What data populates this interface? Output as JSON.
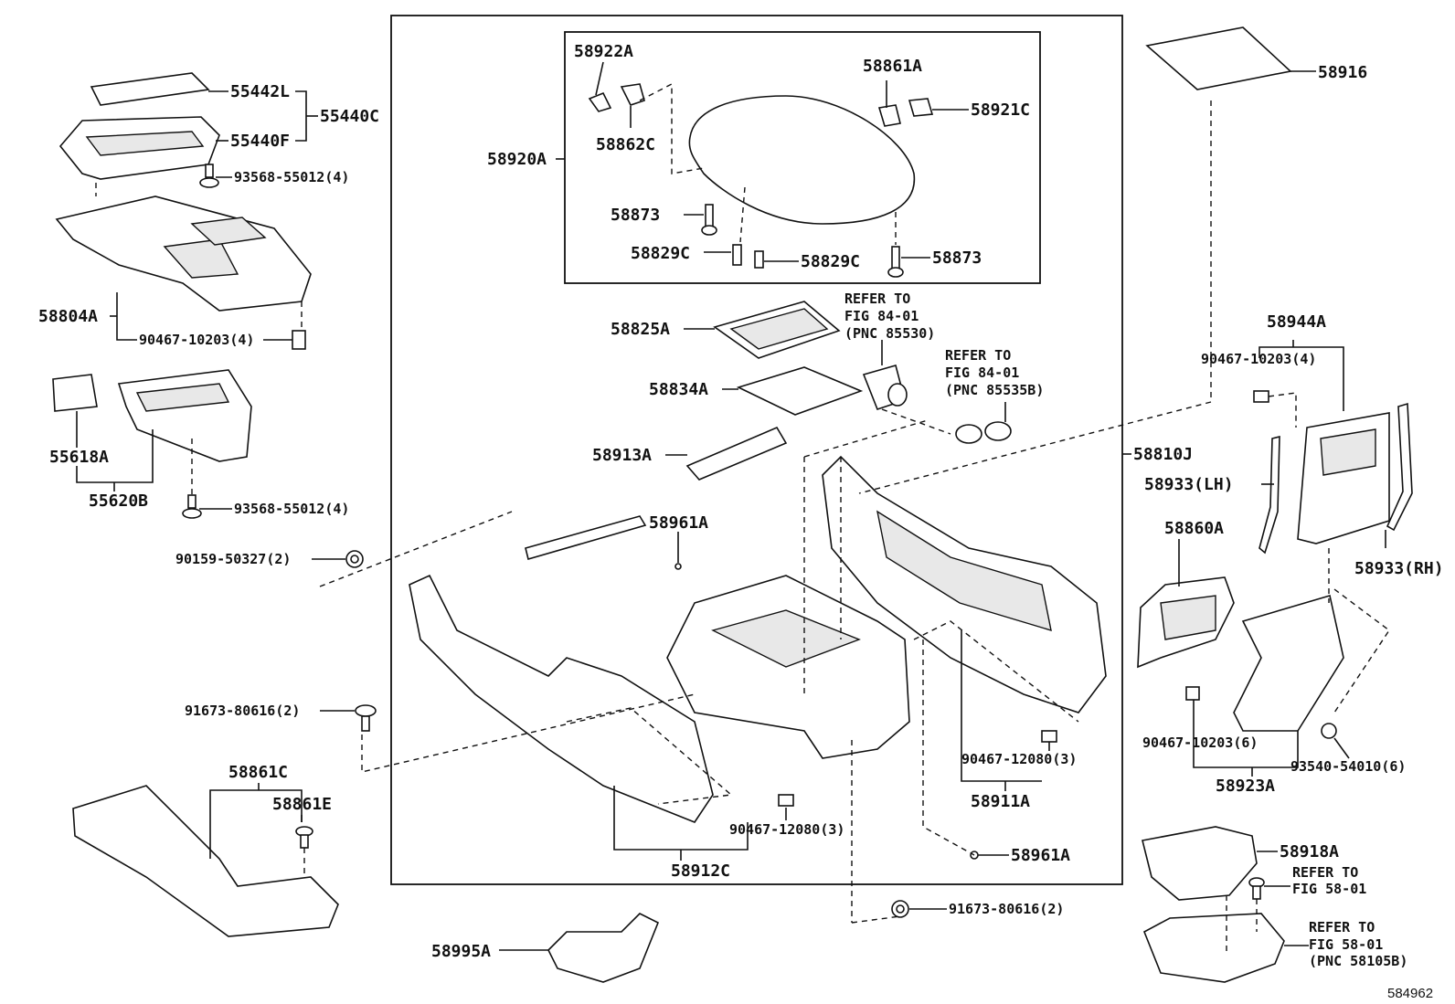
{
  "diagram": {
    "image_id": "584962",
    "labels": {
      "p55442L": "55442L",
      "p55440C": "55440C",
      "p55440F": "55440F",
      "p93568_a": "93568-55012(4)",
      "p58804A": "58804A",
      "p90467_10203_a": "90467-10203(4)",
      "p55618A": "55618A",
      "p55620B": "55620B",
      "p93568_b": "93568-55012(4)",
      "p90159": "90159-50327(2)",
      "p91673_a": "91673-80616(2)",
      "p58861C": "58861C",
      "p58861E": "58861E",
      "p58995A": "58995A",
      "p58922A": "58922A",
      "p58862C": "58862C",
      "p58920A": "58920A",
      "p58861A": "58861A",
      "p58921C": "58921C",
      "p58873_a": "58873",
      "p58829C_a": "58829C",
      "p58829C_b": "58829C",
      "p58873_b": "58873",
      "p58825A": "58825A",
      "p58834A": "58834A",
      "p58913A": "58913A",
      "p58961A_a": "58961A",
      "p58810J": "58810J",
      "p58912C": "58912C",
      "p90467_12080_a": "90467-12080(3)",
      "p90467_12080_b": "90467-12080(3)",
      "p58911A": "58911A",
      "p58961A_b": "58961A",
      "p91673_b": "91673-80616(2)",
      "p58916": "58916",
      "p58944A": "58944A",
      "p90467_10203_b": "90467-10203(4)",
      "p58933LH": "58933(LH)",
      "p58933RH": "58933(RH)",
      "p58860A": "58860A",
      "p90467_10203_c": "90467-10203(6)",
      "p93540": "93540-54010(6)",
      "p58923A": "58923A",
      "p58918A": "58918A"
    },
    "refs": {
      "ref1_l1": "REFER TO",
      "ref1_l2": "FIG 84-01",
      "ref1_l3": "(PNC 85530)",
      "ref2_l1": "REFER TO",
      "ref2_l2": "FIG 84-01",
      "ref2_l3": "(PNC 85535B)",
      "ref3_l1": "REFER TO",
      "ref3_l2": "FIG 58-01",
      "ref4_l1": "REFER TO",
      "ref4_l2": "FIG 58-01",
      "ref4_l3": "(PNC 58105B)"
    }
  }
}
